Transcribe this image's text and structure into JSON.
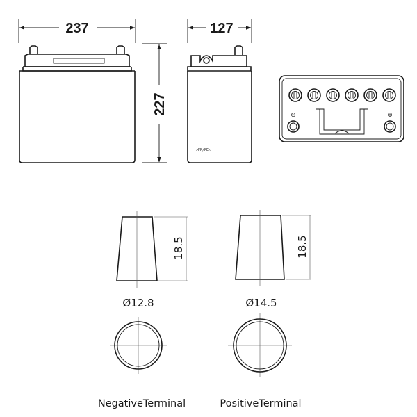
{
  "battery_dimensions": {
    "length": "237",
    "width": "127",
    "height": "227"
  },
  "side_view": {
    "marking": ">PP/PE<"
  },
  "top_view": {
    "negative_symbol": "⊖",
    "positive_symbol": "⊕"
  },
  "negative_terminal": {
    "height": "18.5",
    "diameter": "Ø12.8",
    "label": "NegativeTerminal"
  },
  "positive_terminal": {
    "height": "18.5",
    "diameter": "Ø14.5",
    "label": "PositiveTerminal"
  }
}
